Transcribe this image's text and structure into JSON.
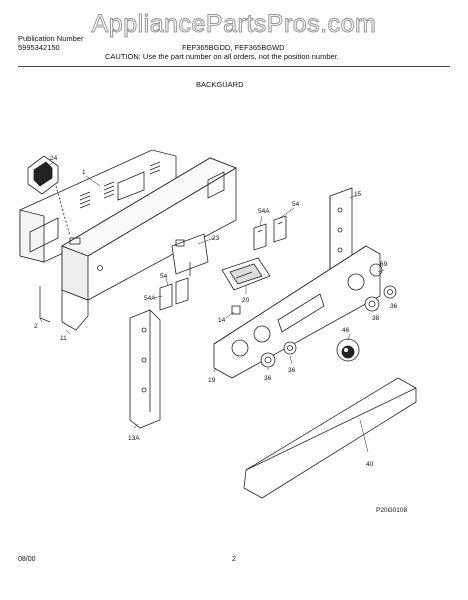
{
  "watermark": "AppliancePartsPros.com",
  "header": {
    "publication_label": "Publication Number",
    "publication_number": "5995342150",
    "models": "FEF365BGDD, FEF365BGWD",
    "caution": "CAUTION:  Use the part number on all orders, not the position number.",
    "section_title": "BACKGUARD"
  },
  "diagram": {
    "callouts": [
      "24",
      "1",
      "23",
      "54A",
      "54",
      "15",
      "54",
      "54A",
      "20",
      "69",
      "36",
      "38",
      "14",
      "46",
      "2",
      "11",
      "19",
      "36",
      "36",
      "13A",
      "40"
    ],
    "figure_id": "P20G0108"
  },
  "footer": {
    "date": "08/00",
    "page": "2"
  }
}
